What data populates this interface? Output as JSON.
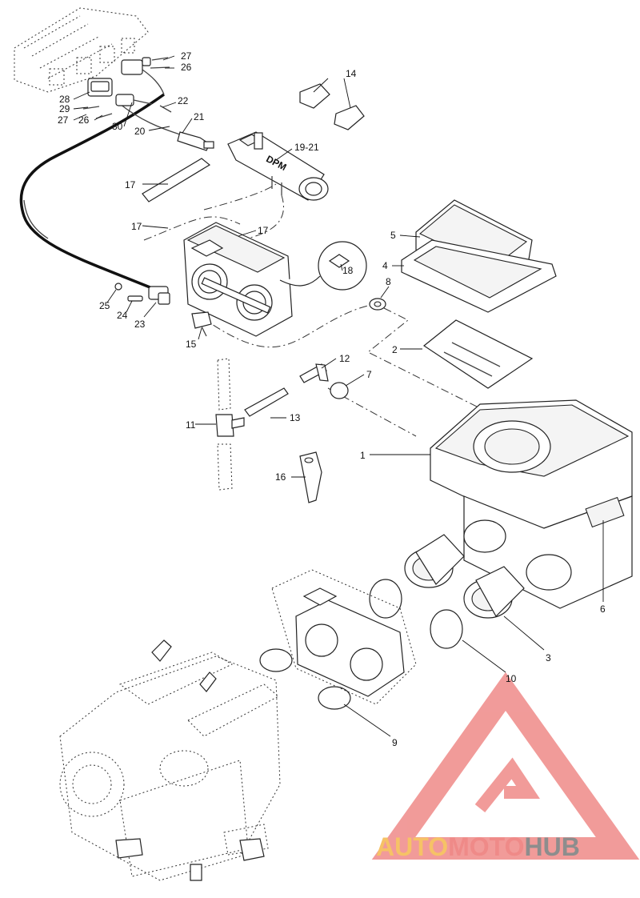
{
  "callouts": [
    {
      "id": "c1",
      "text": "1"
    },
    {
      "id": "c2",
      "text": "2"
    },
    {
      "id": "c3",
      "text": "3"
    },
    {
      "id": "c4",
      "text": "4"
    },
    {
      "id": "c5",
      "text": "5"
    },
    {
      "id": "c6",
      "text": "6"
    },
    {
      "id": "c7",
      "text": "7"
    },
    {
      "id": "c8",
      "text": "8"
    },
    {
      "id": "c9",
      "text": "9"
    },
    {
      "id": "c10",
      "text": "10"
    },
    {
      "id": "c11",
      "text": "11"
    },
    {
      "id": "c12",
      "text": "12"
    },
    {
      "id": "c13",
      "text": "13"
    },
    {
      "id": "c14",
      "text": "14"
    },
    {
      "id": "c15",
      "text": "15"
    },
    {
      "id": "c16",
      "text": "16"
    },
    {
      "id": "c17a",
      "text": "17"
    },
    {
      "id": "c17b",
      "text": "17"
    },
    {
      "id": "c17c",
      "text": "17"
    },
    {
      "id": "c18",
      "text": "18"
    },
    {
      "id": "c1921",
      "text": "19-21"
    },
    {
      "id": "c20",
      "text": "20"
    },
    {
      "id": "c21",
      "text": "21"
    },
    {
      "id": "c22",
      "text": "22"
    },
    {
      "id": "c23",
      "text": "23"
    },
    {
      "id": "c24",
      "text": "24"
    },
    {
      "id": "c25",
      "text": "25"
    },
    {
      "id": "c26a",
      "text": "26"
    },
    {
      "id": "c26b",
      "text": "26"
    },
    {
      "id": "c27a",
      "text": "27"
    },
    {
      "id": "c27b",
      "text": "27"
    },
    {
      "id": "c28",
      "text": "28"
    },
    {
      "id": "c29",
      "text": "29"
    },
    {
      "id": "c30",
      "text": "30"
    }
  ],
  "rail_label": "DPM",
  "watermark": {
    "part1": "AUTO",
    "part2": "MOTO",
    "part3": "HUB",
    "colors": {
      "auto": "#f6c266",
      "moto": "#ef8a88",
      "hub": "#8d8d8d",
      "triangle": "#ef8a88"
    }
  }
}
